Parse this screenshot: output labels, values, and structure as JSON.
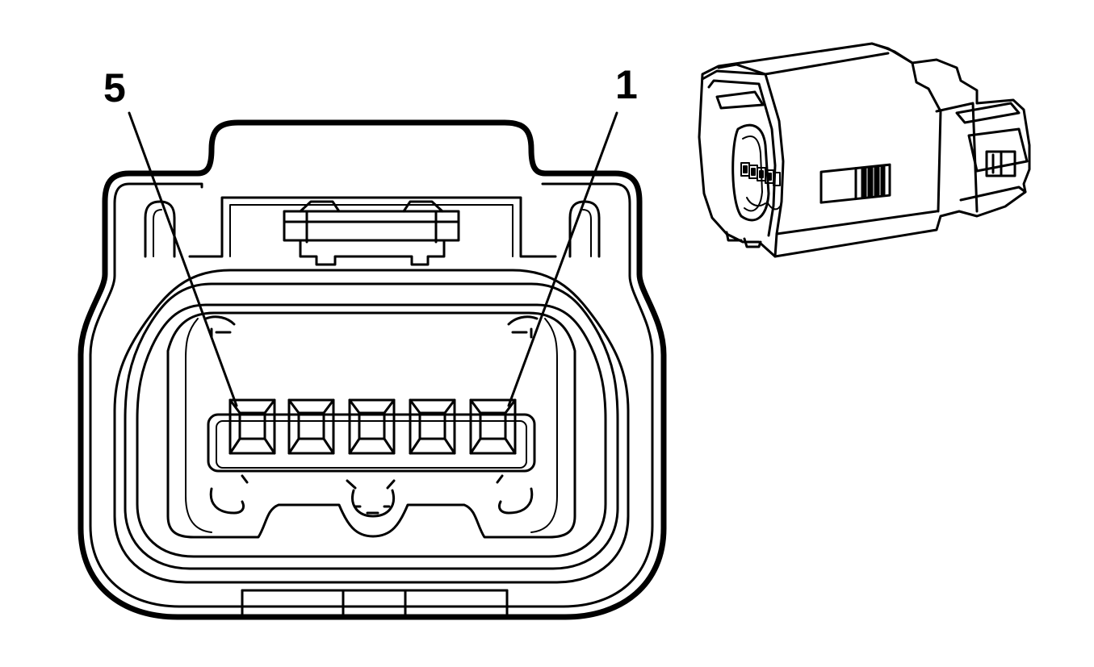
{
  "diagram": {
    "pin_labels": {
      "first": "5",
      "last": "1"
    },
    "pin_count": 5
  }
}
